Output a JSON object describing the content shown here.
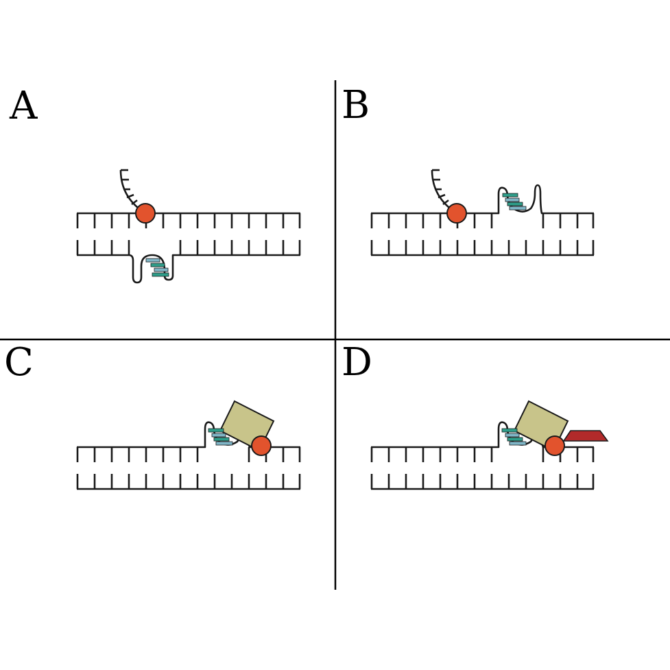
{
  "colors": {
    "strand": "#1a1a1a",
    "ball": "#e2532d",
    "ball_outline": "#1a1a1a",
    "bar_teal": "#2e9e8a",
    "bar_light": "#7fb6c7",
    "box": "#c8c48a",
    "wedge": "#b22a2a",
    "divider": "#000000"
  },
  "panels": [
    {
      "id": "A",
      "label": "A"
    },
    {
      "id": "B",
      "label": "B"
    },
    {
      "id": "C",
      "label": "C"
    },
    {
      "id": "D",
      "label": "D"
    }
  ]
}
